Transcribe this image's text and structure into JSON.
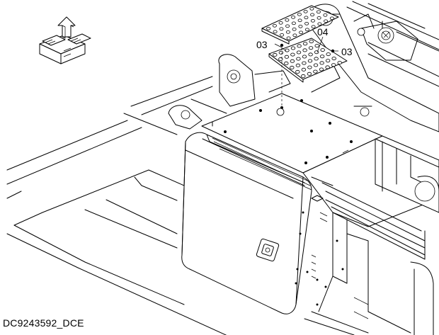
{
  "diagram": {
    "callouts": [
      {
        "id": "left-03",
        "text": "03"
      },
      {
        "id": "top-04",
        "text": "04"
      },
      {
        "id": "right-03",
        "text": "03"
      }
    ],
    "caption": "DC9243592_DCE",
    "orientation_icon": "forward-arrow-icon"
  }
}
